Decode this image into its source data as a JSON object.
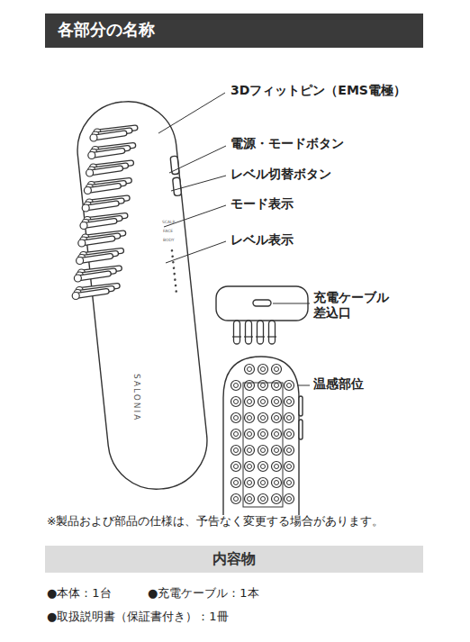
{
  "diagram": {
    "title": "各部分の名称",
    "nodes": [
      {
        "text": [
          "内容物"
        ]
      }
    ],
    "labels": [
      "3Dフィットピン（EMS電極）",
      "電源・モードボタン",
      "レベル切替ボタン",
      "モード表示",
      "レベル表示",
      "充電ケーブル 差込口",
      "温感部位",
      "SALONIA",
      "SCALP",
      "FACE",
      "BODY",
      "※製品および部品の仕様は、予告なく変更する場合があります。",
      "●本体：1台",
      "●充電ケーブル：1本",
      "●取扱説明書（保証書付き）：1冊"
    ]
  }
}
